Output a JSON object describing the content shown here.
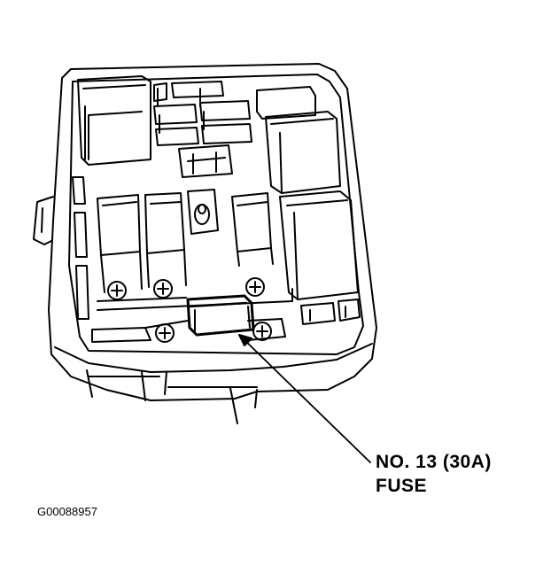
{
  "callout": {
    "line1": "NO. 13 (30A)",
    "line2": "FUSE"
  },
  "figure_id": "G00088957",
  "colors": {
    "ink": "#000000",
    "paper": "#ffffff"
  }
}
